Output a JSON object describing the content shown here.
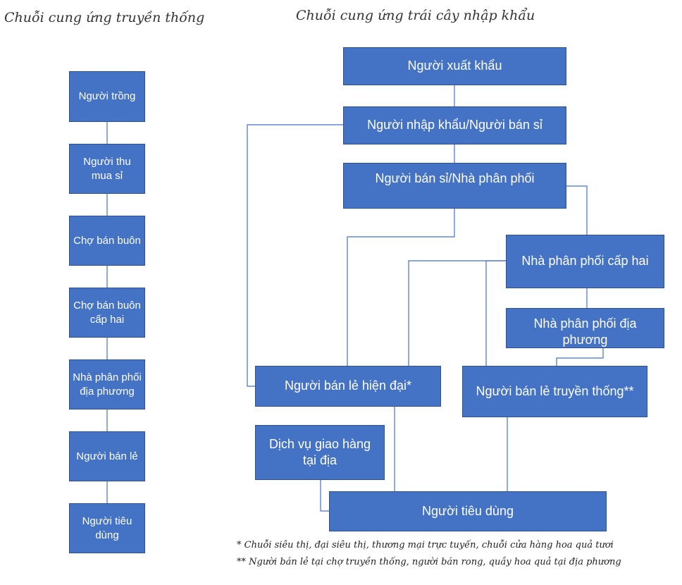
{
  "traditional": {
    "title": "Chuỗi cung ứng truyền thống",
    "boxes": [
      "Người trồng",
      "Người thu mua sỉ",
      "Chợ bán buôn",
      "Chợ bán buôn cấp hai",
      "Nhà phân phối địa phương",
      "Người bán lẻ",
      "Người tiêu dùng"
    ]
  },
  "imported": {
    "title": "Chuỗi cung ứng trái cây nhập khẩu",
    "boxes": {
      "exporter": "Người xuất khẩu",
      "importer": "Người nhập khẩu/Người bán sỉ",
      "distributor": "Người bán sỉ/Nhà phân phối",
      "secondary_distributor": "Nhà phân phối cấp hai",
      "local_distributor": "Nhà phân phối địa phương",
      "modern_retailer": "Người bán lẻ hiện đại*",
      "traditional_retailer": "Người bán lẻ truyền thống**",
      "delivery": "Dịch vụ giao hàng tại địa",
      "consumer": "Người tiêu dùng"
    }
  },
  "footnotes": [
    "* Chuỗi siêu thị, đại siêu thị, thương mại trực tuyến, chuỗi cửa hàng hoa quả tươi",
    "** Người bán lẻ tại chợ truyền thống, người bán rong, quầy hoa quả tại địa phương"
  ],
  "colors": {
    "box_fill": "#4472c4",
    "box_border": "#2f528f",
    "connector": "#4472c4"
  }
}
